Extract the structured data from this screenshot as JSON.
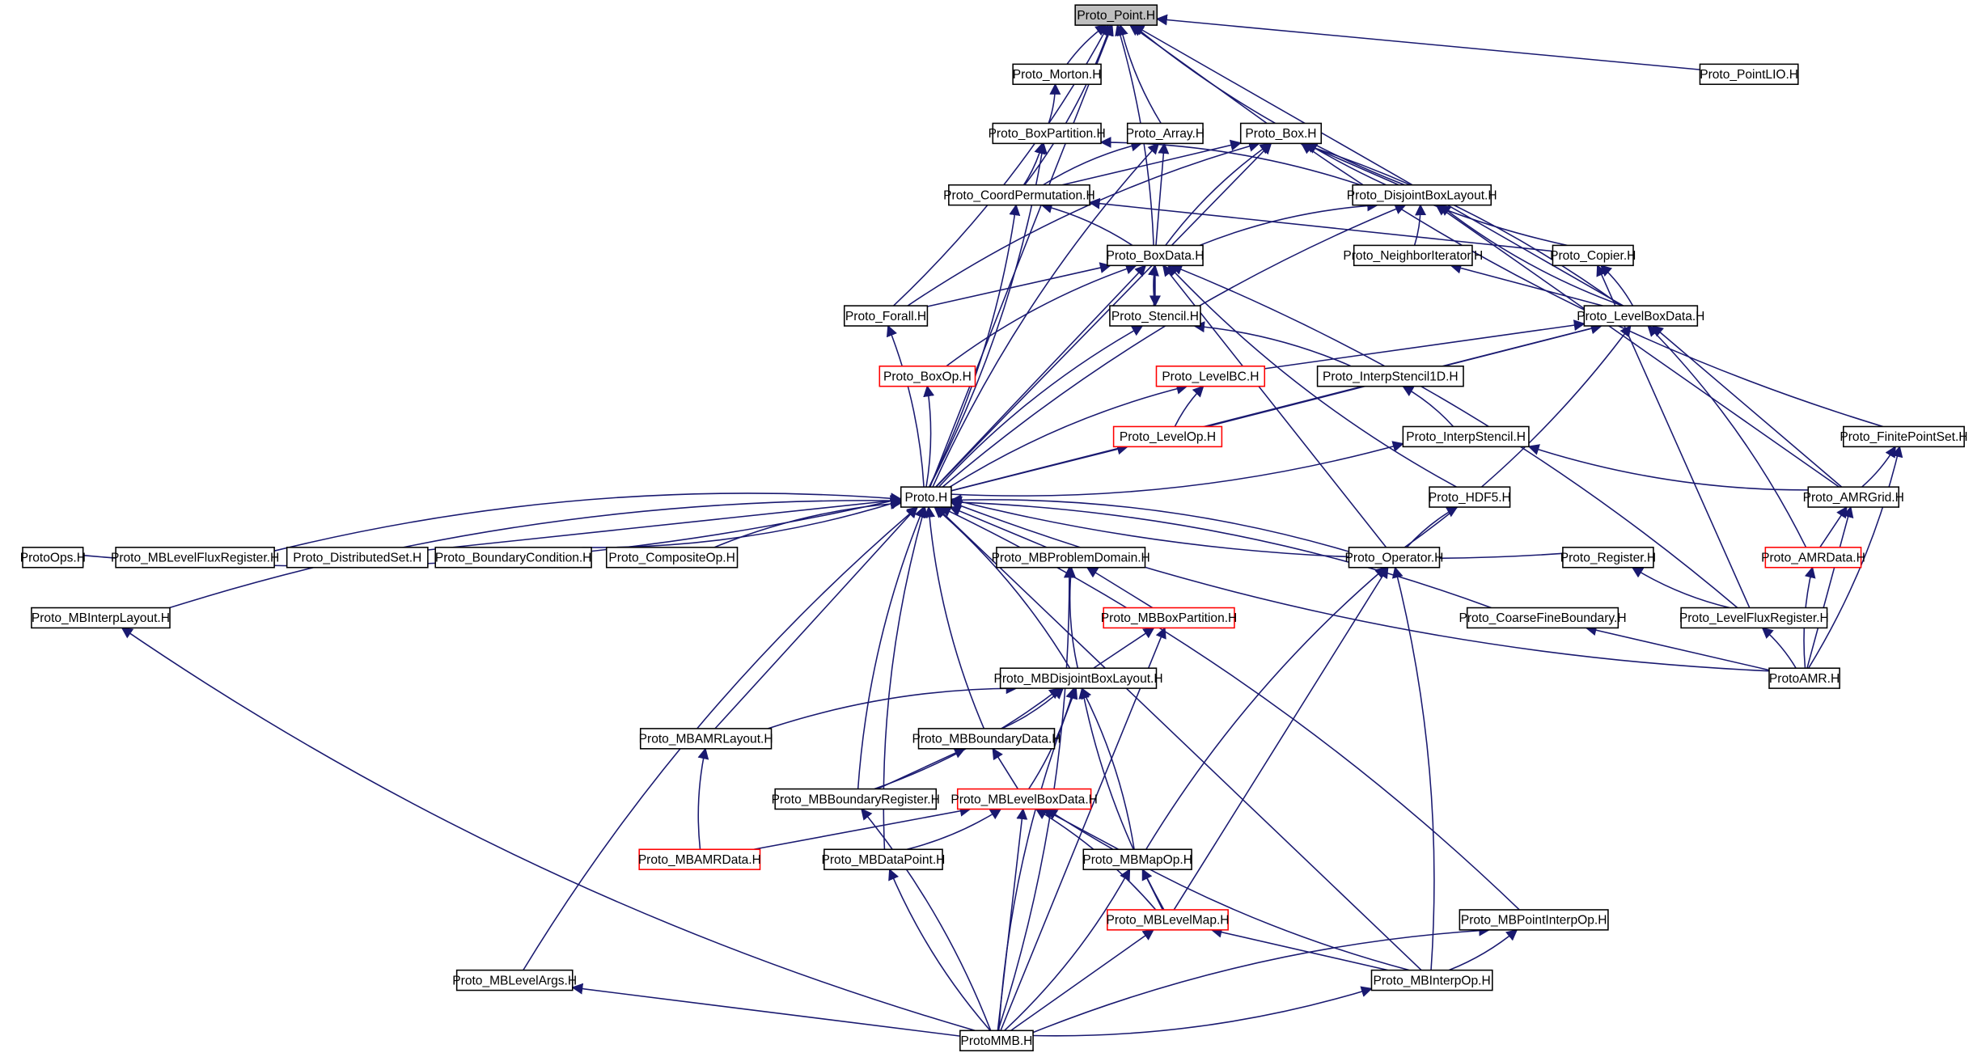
{
  "diagram": {
    "type": "include-dependency-graph",
    "colors": {
      "edge": "#191970",
      "root_fill": "#bfbfbf",
      "truncated_border": "#ff0000",
      "node_border": "#000000"
    },
    "nodes": [
      {
        "id": "point",
        "label": "Proto_Point.H",
        "style": "root"
      },
      {
        "id": "morton",
        "label": "Proto_Morton.H"
      },
      {
        "id": "pointlio",
        "label": "Proto_PointLIO.H"
      },
      {
        "id": "boxpartition",
        "label": "Proto_BoxPartition.H"
      },
      {
        "id": "array",
        "label": "Proto_Array.H"
      },
      {
        "id": "box",
        "label": "Proto_Box.H"
      },
      {
        "id": "coordperm",
        "label": "Proto_CoordPermutation.H"
      },
      {
        "id": "dbl",
        "label": "Proto_DisjointBoxLayout.H"
      },
      {
        "id": "boxdata",
        "label": "Proto_BoxData.H"
      },
      {
        "id": "neighbor",
        "label": "Proto_NeighborIterator.H"
      },
      {
        "id": "copier",
        "label": "Proto_Copier.H"
      },
      {
        "id": "forall",
        "label": "Proto_Forall.H"
      },
      {
        "id": "stencil",
        "label": "Proto_Stencil.H"
      },
      {
        "id": "lbd",
        "label": "Proto_LevelBoxData.H"
      },
      {
        "id": "boxop",
        "label": "Proto_BoxOp.H",
        "style": "truncated"
      },
      {
        "id": "levelbc",
        "label": "Proto_LevelBC.H",
        "style": "truncated"
      },
      {
        "id": "interp1d",
        "label": "Proto_InterpStencil1D.H"
      },
      {
        "id": "levelop",
        "label": "Proto_LevelOp.H",
        "style": "truncated"
      },
      {
        "id": "interp",
        "label": "Proto_InterpStencil.H"
      },
      {
        "id": "fps",
        "label": "Proto_FinitePointSet.H"
      },
      {
        "id": "proto",
        "label": "Proto.H"
      },
      {
        "id": "hdf5",
        "label": "Proto_HDF5.H"
      },
      {
        "id": "amrgrid",
        "label": "Proto_AMRGrid.H"
      },
      {
        "id": "protoops",
        "label": "ProtoOps.H"
      },
      {
        "id": "mblfr",
        "label": "Proto_MBLevelFluxRegister.H"
      },
      {
        "id": "distset",
        "label": "Proto_DistributedSet.H"
      },
      {
        "id": "bc",
        "label": "Proto_BoundaryCondition.H"
      },
      {
        "id": "compop",
        "label": "Proto_CompositeOp.H"
      },
      {
        "id": "mbpd",
        "label": "Proto_MBProblemDomain.H"
      },
      {
        "id": "operator",
        "label": "Proto_Operator.H"
      },
      {
        "id": "register",
        "label": "Proto_Register.H"
      },
      {
        "id": "amrdata",
        "label": "Proto_AMRData.H",
        "style": "truncated"
      },
      {
        "id": "mbil",
        "label": "Proto_MBInterpLayout.H"
      },
      {
        "id": "mbbp",
        "label": "Proto_MBBoxPartition.H",
        "style": "truncated"
      },
      {
        "id": "cfb",
        "label": "Proto_CoarseFineBoundary.H"
      },
      {
        "id": "lfr",
        "label": "Proto_LevelFluxRegister.H"
      },
      {
        "id": "mbdbl",
        "label": "Proto_MBDisjointBoxLayout.H"
      },
      {
        "id": "protoamr",
        "label": "ProtoAMR.H"
      },
      {
        "id": "mbamrlayout",
        "label": "Proto_MBAMRLayout.H"
      },
      {
        "id": "mbbd",
        "label": "Proto_MBBoundaryData.H"
      },
      {
        "id": "mbbr",
        "label": "Proto_MBBoundaryRegister.H"
      },
      {
        "id": "mblbd",
        "label": "Proto_MBLevelBoxData.H",
        "style": "truncated"
      },
      {
        "id": "mbamrdata",
        "label": "Proto_MBAMRData.H",
        "style": "truncated"
      },
      {
        "id": "mbdp",
        "label": "Proto_MBDataPoint.H"
      },
      {
        "id": "mbmapop",
        "label": "Proto_MBMapOp.H"
      },
      {
        "id": "mblm",
        "label": "Proto_MBLevelMap.H",
        "style": "truncated"
      },
      {
        "id": "mbpio",
        "label": "Proto_MBPointInterpOp.H"
      },
      {
        "id": "mbla",
        "label": "Proto_MBLevelArgs.H"
      },
      {
        "id": "mbio",
        "label": "Proto_MBInterpOp.H"
      },
      {
        "id": "protommb",
        "label": "ProtoMMB.H"
      }
    ],
    "edges": [
      [
        "morton",
        "point"
      ],
      [
        "pointlio",
        "point"
      ],
      [
        "boxpartition",
        "morton"
      ],
      [
        "array",
        "point"
      ],
      [
        "box",
        "point"
      ],
      [
        "coordperm",
        "point"
      ],
      [
        "coordperm",
        "array"
      ],
      [
        "coordperm",
        "box"
      ],
      [
        "coordperm",
        "boxpartition"
      ],
      [
        "dbl",
        "point"
      ],
      [
        "dbl",
        "box"
      ],
      [
        "dbl",
        "boxpartition"
      ],
      [
        "boxdata",
        "box"
      ],
      [
        "boxdata",
        "array"
      ],
      [
        "boxdata",
        "coordperm"
      ],
      [
        "boxdata",
        "dbl"
      ],
      [
        "boxdata",
        "stencil"
      ],
      [
        "neighbor",
        "dbl"
      ],
      [
        "copier",
        "box"
      ],
      [
        "copier",
        "coordperm"
      ],
      [
        "forall",
        "point"
      ],
      [
        "forall",
        "box"
      ],
      [
        "forall",
        "boxdata"
      ],
      [
        "stencil",
        "point"
      ],
      [
        "stencil",
        "boxdata"
      ],
      [
        "lbd",
        "point"
      ],
      [
        "lbd",
        "box"
      ],
      [
        "lbd",
        "dbl"
      ],
      [
        "lbd",
        "neighbor"
      ],
      [
        "lbd",
        "copier"
      ],
      [
        "boxop",
        "boxdata"
      ],
      [
        "levelbc",
        "lbd"
      ],
      [
        "interp1d",
        "stencil"
      ],
      [
        "levelop",
        "levelbc"
      ],
      [
        "levelop",
        "lbd"
      ],
      [
        "interp",
        "interp1d"
      ],
      [
        "fps",
        "box"
      ],
      [
        "proto",
        "point"
      ],
      [
        "proto",
        "boxpartition"
      ],
      [
        "proto",
        "array"
      ],
      [
        "proto",
        "box"
      ],
      [
        "proto",
        "coordperm"
      ],
      [
        "proto",
        "dbl"
      ],
      [
        "proto",
        "boxdata"
      ],
      [
        "proto",
        "forall"
      ],
      [
        "proto",
        "stencil"
      ],
      [
        "proto",
        "lbd"
      ],
      [
        "proto",
        "boxop"
      ],
      [
        "proto",
        "levelbc"
      ],
      [
        "proto",
        "levelop"
      ],
      [
        "proto",
        "interp"
      ],
      [
        "hdf5",
        "boxdata"
      ],
      [
        "amrgrid",
        "dbl"
      ],
      [
        "amrgrid",
        "fps"
      ],
      [
        "amrgrid",
        "interp"
      ],
      [
        "amrgrid",
        "lbd"
      ],
      [
        "protoops",
        "proto"
      ],
      [
        "mblfr",
        "proto"
      ],
      [
        "distset",
        "proto"
      ],
      [
        "bc",
        "proto"
      ],
      [
        "compop",
        "proto"
      ],
      [
        "mbpd",
        "proto"
      ],
      [
        "operator",
        "proto"
      ],
      [
        "operator",
        "hdf5"
      ],
      [
        "operator",
        "boxdata"
      ],
      [
        "operator",
        "lbd"
      ],
      [
        "register",
        "proto"
      ],
      [
        "amrdata",
        "amrgrid"
      ],
      [
        "amrdata",
        "lbd"
      ],
      [
        "mbil",
        "proto"
      ],
      [
        "mbbp",
        "mbpd"
      ],
      [
        "cfb",
        "proto"
      ],
      [
        "lfr",
        "register"
      ],
      [
        "lfr",
        "copier"
      ],
      [
        "lfr",
        "boxdata"
      ],
      [
        "mbdbl",
        "mbpd"
      ],
      [
        "mbdbl",
        "mbbp"
      ],
      [
        "mbdbl",
        "proto"
      ],
      [
        "protoamr",
        "proto"
      ],
      [
        "protoamr",
        "cfb"
      ],
      [
        "protoamr",
        "lfr"
      ],
      [
        "protoamr",
        "amrdata"
      ],
      [
        "protoamr",
        "amrgrid"
      ],
      [
        "protoamr",
        "fps"
      ],
      [
        "mbamrlayout",
        "mbdbl"
      ],
      [
        "mbamrlayout",
        "proto"
      ],
      [
        "mbbd",
        "mbdbl"
      ],
      [
        "mbbd",
        "proto"
      ],
      [
        "mbbr",
        "mbbd"
      ],
      [
        "mbbr",
        "mbdbl"
      ],
      [
        "mbbr",
        "proto"
      ],
      [
        "mblbd",
        "mbbd"
      ],
      [
        "mblbd",
        "mbdbl"
      ],
      [
        "mbamrdata",
        "mbamrlayout"
      ],
      [
        "mbamrdata",
        "mblbd"
      ],
      [
        "mbdp",
        "mblbd"
      ],
      [
        "mbdp",
        "proto"
      ],
      [
        "mbmapop",
        "mblbd"
      ],
      [
        "mbmapop",
        "mbdbl"
      ],
      [
        "mbmapop",
        "operator"
      ],
      [
        "mblm",
        "mbmapop"
      ],
      [
        "mblm",
        "mblbd"
      ],
      [
        "mblm",
        "mbdbl"
      ],
      [
        "mblm",
        "operator"
      ],
      [
        "mbpio",
        "proto"
      ],
      [
        "mbla",
        "proto"
      ],
      [
        "mbio",
        "mblm"
      ],
      [
        "mbio",
        "mbpio"
      ],
      [
        "mbio",
        "mblbd"
      ],
      [
        "mbio",
        "proto"
      ],
      [
        "mbio",
        "operator"
      ],
      [
        "protommb",
        "mbil"
      ],
      [
        "protommb",
        "mbla"
      ],
      [
        "protommb",
        "mbio"
      ],
      [
        "protommb",
        "mbpio"
      ],
      [
        "protommb",
        "mblm"
      ],
      [
        "protommb",
        "mbmapop"
      ],
      [
        "protommb",
        "mbdp"
      ],
      [
        "protommb",
        "mblbd"
      ],
      [
        "protommb",
        "mbbr"
      ],
      [
        "protommb",
        "mbdbl"
      ],
      [
        "protommb",
        "mbbp"
      ],
      [
        "protommb",
        "mbpd"
      ]
    ]
  }
}
